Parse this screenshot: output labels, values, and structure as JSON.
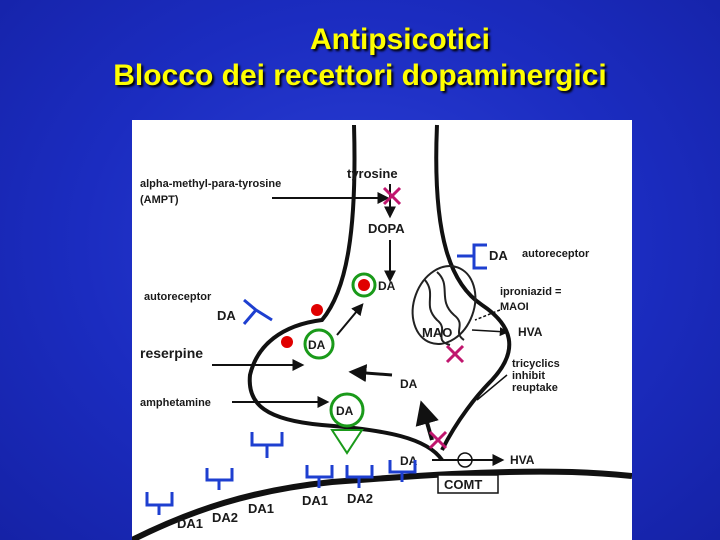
{
  "slide": {
    "title_line1": "Antipsicotici",
    "title_line2": "Blocco dei recettori dopaminergici"
  },
  "diagram": {
    "labels": {
      "tyrosine": "tyrosine",
      "ampt_line1": "alpha-methyl-para-tyrosine",
      "ampt_line2": "(AMPT)",
      "dopa": "DOPA",
      "da_auto_right": "DA",
      "autoreceptor_right": "autoreceptor",
      "da_vesicle_top": "DA",
      "autoreceptor_left": "autoreceptor",
      "da_auto_left": "DA",
      "ipro_line1": "iproniazid =",
      "ipro_line2": "MAOI",
      "mao": "MAO",
      "hva_upper": "HVA",
      "reserpine": "reserpine",
      "da_vesicle_mid": "DA",
      "tri_line1": "tricyclics",
      "tri_line2": "inhibit",
      "tri_line3": "reuptake",
      "da_cleft_upper": "DA",
      "amphetamine": "amphetamine",
      "da_vesicle_low": "DA",
      "da_cleft": "DA",
      "hva_lower": "HVA",
      "comt": "COMT",
      "da1_center": "DA1",
      "da2_center": "DA2",
      "da1_left": "DA1",
      "da2_left": "DA2",
      "da1_mid": "DA1"
    },
    "colors": {
      "background": "#1b2cc0",
      "title": "#ffff00",
      "block_mark": "#c0166e",
      "receptor": "#1e3fd0",
      "vesicle": "#1a9a1a",
      "dopamine_dot": "#e00000"
    }
  }
}
